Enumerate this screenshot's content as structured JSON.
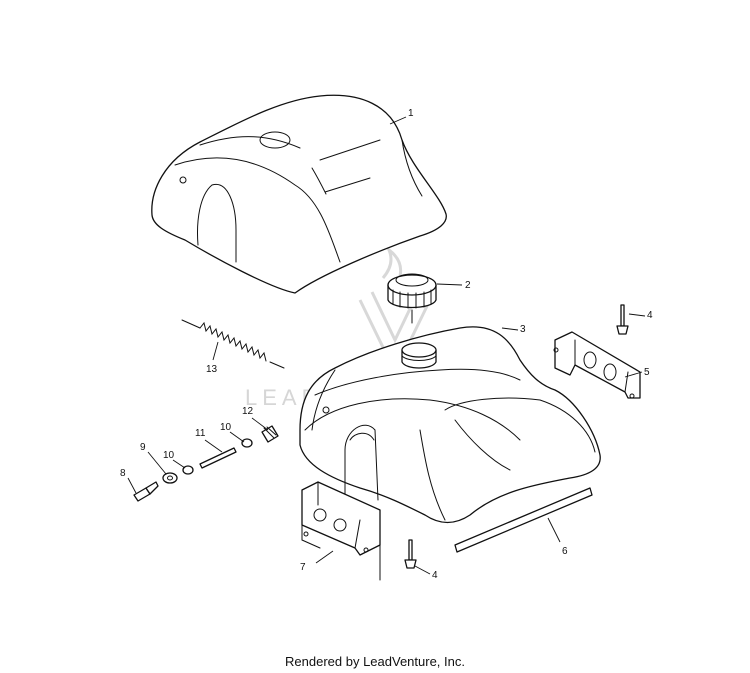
{
  "watermark": {
    "text": "LEADVENTURE"
  },
  "footer": {
    "credit": "Rendered by LeadVenture, Inc."
  },
  "callouts": [
    {
      "id": "1",
      "label": "1"
    },
    {
      "id": "2",
      "label": "2"
    },
    {
      "id": "3",
      "label": "3"
    },
    {
      "id": "4a",
      "label": "4"
    },
    {
      "id": "5",
      "label": "5"
    },
    {
      "id": "13",
      "label": "13"
    },
    {
      "id": "12",
      "label": "12"
    },
    {
      "id": "11",
      "label": "11"
    },
    {
      "id": "10a",
      "label": "10"
    },
    {
      "id": "10b",
      "label": "10"
    },
    {
      "id": "9",
      "label": "9"
    },
    {
      "id": "8",
      "label": "8"
    },
    {
      "id": "6",
      "label": "6"
    },
    {
      "id": "7",
      "label": "7"
    },
    {
      "id": "4b",
      "label": "4"
    }
  ]
}
